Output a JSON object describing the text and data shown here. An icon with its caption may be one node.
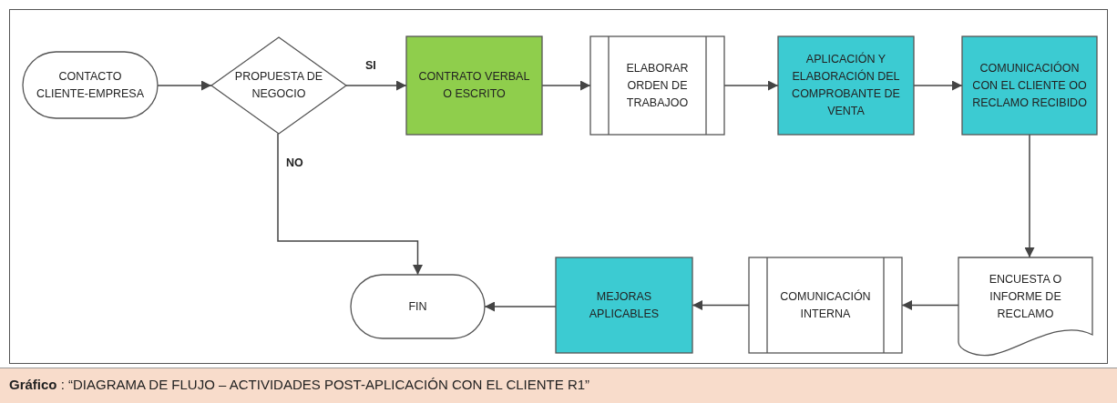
{
  "diagram": {
    "caption": "**Gráfico** : “DIAGRAMA DE FLUJO – ACTIVIDADES POST-APLICACIÓN CON EL CLIENTE R1”",
    "nodes": [
      {
        "text": [
          "CONTACTO CLIENTE-EMPRESA"
        ]
      },
      {
        "text": [
          "PROPUESTA DE NEGOCIO"
        ]
      },
      {
        "text": [
          "CONTRATO VERBAL O ESCRITO"
        ]
      },
      {
        "text": [
          "ELABORAR ORDEN DE TRABAJOO"
        ]
      },
      {
        "text": [
          "APLICACIÓN Y ELABORACIÓN DEL COMPROBANTE DE VENTA"
        ]
      },
      {
        "text": [
          "COMUNICACIÓON CON EL CLIENTE OO RECLAMO RECIBIDO"
        ]
      },
      {
        "text": [
          "ENCUESTA O INFORME DE RECLAMO"
        ]
      },
      {
        "text": [
          "COMUNICACIÓN INTERNA"
        ]
      },
      {
        "text": [
          "MEJORAS APLICABLES"
        ]
      },
      {
        "text": [
          "FIN"
        ]
      }
    ],
    "edges": [
      {
        "from": 0,
        "to": 1,
        "arrow": "to"
      },
      {
        "from": 1,
        "to": 2,
        "arrow": "to",
        "label": "SI"
      },
      {
        "from": 2,
        "to": 3,
        "arrow": "to"
      },
      {
        "from": 3,
        "to": 4,
        "arrow": "to"
      },
      {
        "from": 4,
        "to": 5,
        "arrow": "to"
      },
      {
        "from": 5,
        "to": 6,
        "arrow": "to"
      },
      {
        "from": 6,
        "to": 7,
        "arrow": "to"
      },
      {
        "from": 7,
        "to": 8,
        "arrow": "to"
      },
      {
        "from": 8,
        "to": 9,
        "arrow": "to"
      },
      {
        "from": 1,
        "to": 9,
        "arrow": "to",
        "label": "NO"
      }
    ]
  }
}
